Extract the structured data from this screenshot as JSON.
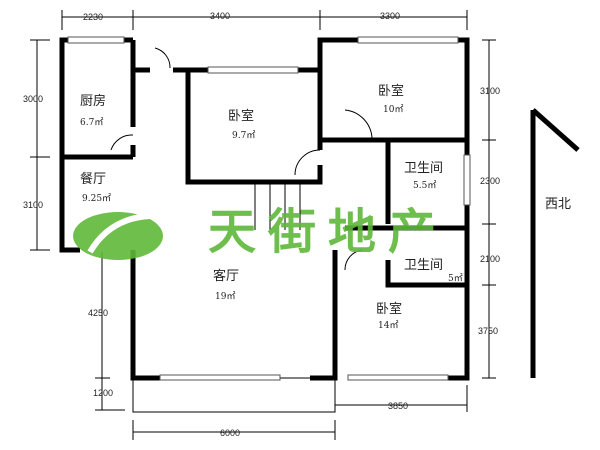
{
  "rooms": {
    "kitchen": {
      "name": "厨房",
      "area": "6.7㎡"
    },
    "bedroom_a": {
      "name": "卧室",
      "area": "9.7㎡"
    },
    "bedroom_b": {
      "name": "卧室",
      "area": "10㎡"
    },
    "bath_a": {
      "name": "卫生间",
      "area": "5.5㎡"
    },
    "dining": {
      "name": "餐厅",
      "area": "9.25㎡"
    },
    "living": {
      "name": "客厅",
      "area": "19㎡"
    },
    "bath_b": {
      "name": "卫生间",
      "area": "5㎡"
    },
    "bedroom_c": {
      "name": "卧室",
      "area": "14㎡"
    }
  },
  "dimensions": {
    "top": [
      "2230",
      "3400",
      "3300"
    ],
    "left": [
      "3000",
      "3100",
      "4250",
      "1200"
    ],
    "right": [
      "3100",
      "2300",
      "2100",
      "3750"
    ],
    "bottom": [
      "6000",
      "3850"
    ]
  },
  "orientation": "西北",
  "watermark": "天街地产",
  "colors": {
    "watermark": "#5fb83a",
    "walls": "#000000"
  }
}
